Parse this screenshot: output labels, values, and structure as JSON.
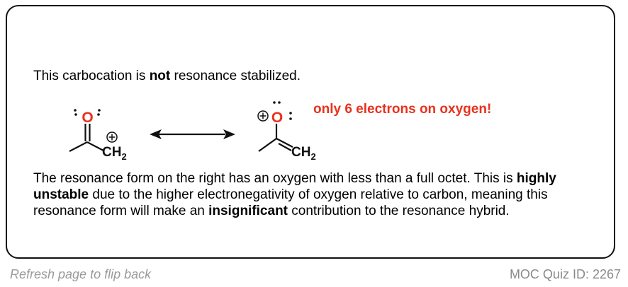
{
  "headline": {
    "prefix": "This carbocation is ",
    "emphasis": "not",
    "suffix": " resonance stabilized."
  },
  "structures": {
    "left": {
      "oxygen": "O",
      "charge": "+",
      "ch2": "CH",
      "subscript": "2"
    },
    "right": {
      "oxygen": "O",
      "charge": "+",
      "ch2": "CH",
      "subscript": "2"
    },
    "note": "only 6 electrons on oxygen!"
  },
  "explanation": {
    "part1": "The resonance form on the right has an oxygen with less than a full octet. This is ",
    "bold1": "highly unstable",
    "part2": " due to the higher electronegativity of oxygen relative to carbon, meaning this resonance form will make an ",
    "bold2": "insignificant",
    "part3": " contribution to the resonance hybrid."
  },
  "footer": {
    "left": "Refresh page to flip back",
    "right": "MOC Quiz ID: 2267"
  },
  "colors": {
    "oxygen": "#e8321e",
    "note": "#e8321e",
    "footer": "#9a9a9a"
  }
}
